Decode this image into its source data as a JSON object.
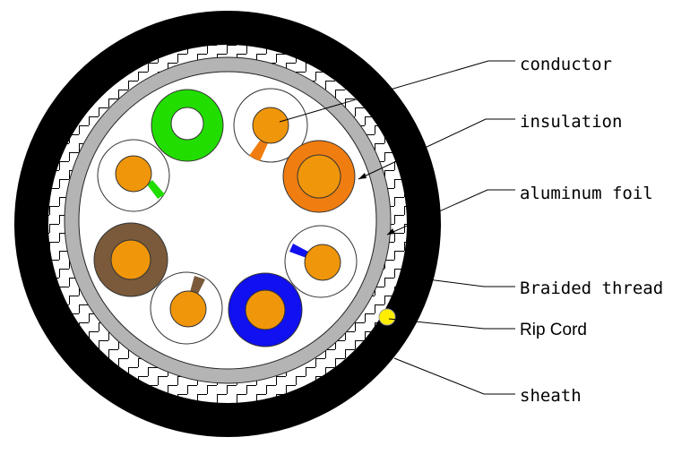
{
  "labels": {
    "conductor": "conductor",
    "insulation": "insulation",
    "aluminum_foil": "aluminum foil",
    "braided_thread": "Braided thread",
    "rip_cord": "Rip Cord",
    "sheath": "sheath"
  },
  "colors": {
    "sheath": "#000000",
    "braid_background": "#ffffff",
    "braid_lines": "#000000",
    "foil": "#b4b4b4",
    "conductor": "#f0960a",
    "rip_cord": "#ffee00",
    "pair_green": "#22dd00",
    "pair_orange": "#f07d10",
    "pair_blue": "#1010f0",
    "pair_brown": "#7a5a3a"
  },
  "wires": [
    {
      "id": "green-solid",
      "insulation_style": "solid",
      "color": "green"
    },
    {
      "id": "orange-stripe",
      "insulation_style": "white-with-stripe",
      "color": "orange"
    },
    {
      "id": "green-stripe",
      "insulation_style": "white-with-stripe",
      "color": "green"
    },
    {
      "id": "orange-solid",
      "insulation_style": "solid",
      "color": "orange"
    },
    {
      "id": "brown-solid",
      "insulation_style": "solid",
      "color": "brown"
    },
    {
      "id": "blue-stripe",
      "insulation_style": "white-with-stripe",
      "color": "blue"
    },
    {
      "id": "brown-stripe",
      "insulation_style": "white-with-stripe",
      "color": "brown"
    },
    {
      "id": "blue-solid",
      "insulation_style": "solid",
      "color": "blue"
    }
  ]
}
